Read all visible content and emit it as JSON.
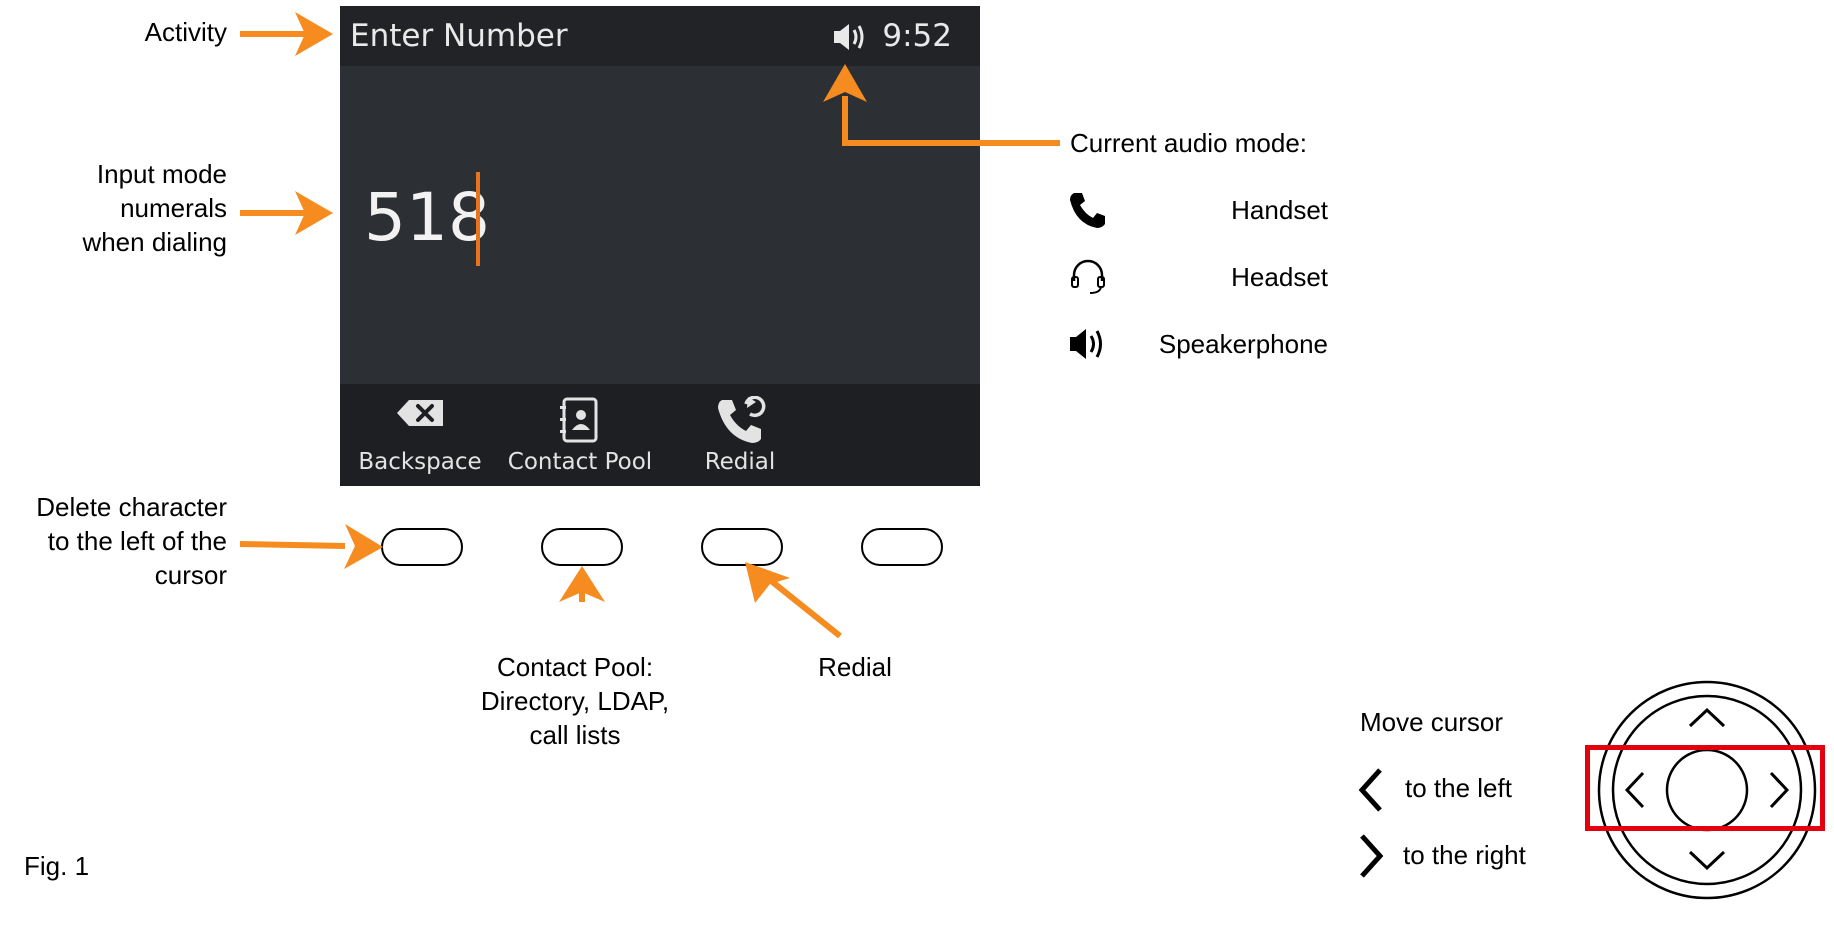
{
  "screen": {
    "activity": "Enter Number",
    "time": "9:52",
    "dialed_number": "518",
    "status_icon": "speaker-icon",
    "softkeys": [
      {
        "label": "Backspace",
        "icon": "backspace-icon"
      },
      {
        "label": "Contact Pool",
        "icon": "contact-book-icon"
      },
      {
        "label": "Redial",
        "icon": "redial-icon"
      }
    ]
  },
  "annotations": {
    "activity": "Activity",
    "input_mode": [
      "Input mode",
      "numerals",
      "when dialing"
    ],
    "delete_char": [
      "Delete character",
      "to the left of the",
      "cursor"
    ],
    "contact_pool": [
      "Contact Pool:",
      "Directory, LDAP,",
      "call lists"
    ],
    "redial": "Redial",
    "audio_mode_title": "Current audio mode:",
    "audio_modes": [
      {
        "label": "Handset",
        "icon": "handset-icon"
      },
      {
        "label": "Headset",
        "icon": "headset-icon"
      },
      {
        "label": "Speakerphone",
        "icon": "speaker-icon"
      }
    ],
    "move_cursor": "Move cursor",
    "left": "to the left",
    "right": "to the right",
    "figure": "Fig. 1"
  },
  "colors": {
    "arrow": "#f68b1f",
    "highlight": "#e3000f",
    "cursor": "#e8731a",
    "screen_bg": "#2c2f33",
    "bar_bg": "#1d1f22"
  }
}
